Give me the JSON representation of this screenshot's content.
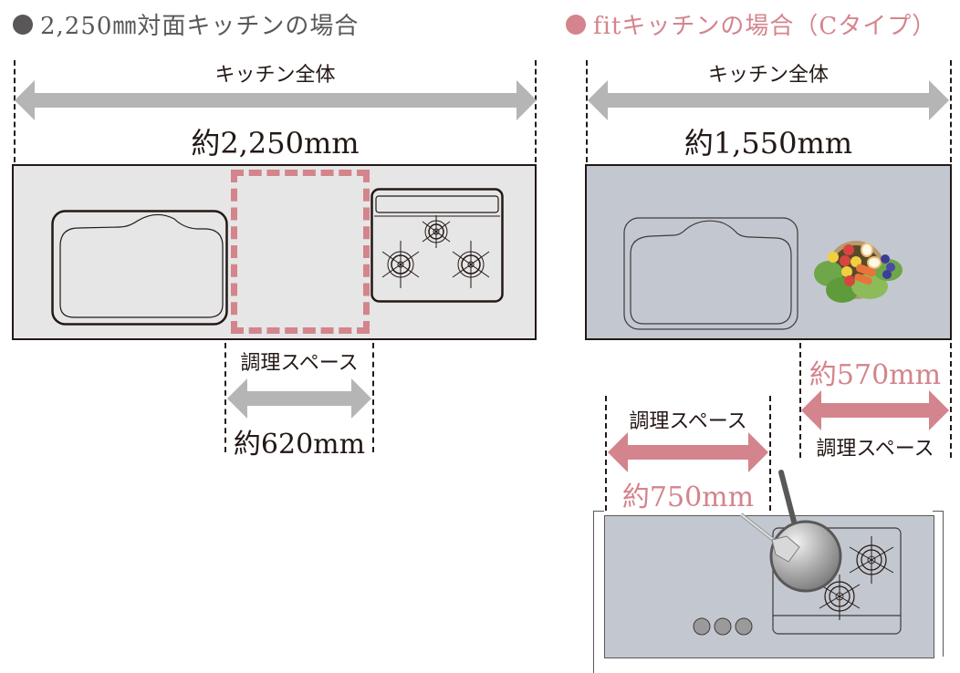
{
  "left": {
    "title": "2,250㎜対面キッチンの場合",
    "bullet_color": "#595757",
    "total_label": "キッチン全体",
    "total_value": "約2,250mm",
    "space_label": "調理スペース",
    "space_value": "約620mm",
    "counter_color": "#e6e6e6",
    "highlight_color": "#d4848c",
    "components": [
      "sink-icon",
      "cooking-space-highlight",
      "three-burner-stove-icon"
    ]
  },
  "right": {
    "title": "fitキッチンの場合（Cタイプ）",
    "bullet_color": "#d4848c",
    "total_label": "キッチン全体",
    "total_value": "約1,550mm",
    "space_a_value": "約570mm",
    "space_a_label": "調理スペース",
    "space_b_label": "調理スペース",
    "space_b_value": "約750mm",
    "counter_color": "#c3c8d0",
    "components": [
      "sink-icon",
      "salad-bowl-icon",
      "frying-pan-icon",
      "two-burner-stove-icon",
      "control-knobs-icon"
    ]
  },
  "colors": {
    "arrow_gray": "#b5b5b6",
    "arrow_pink": "#d4848c",
    "text_dark": "#231815"
  }
}
